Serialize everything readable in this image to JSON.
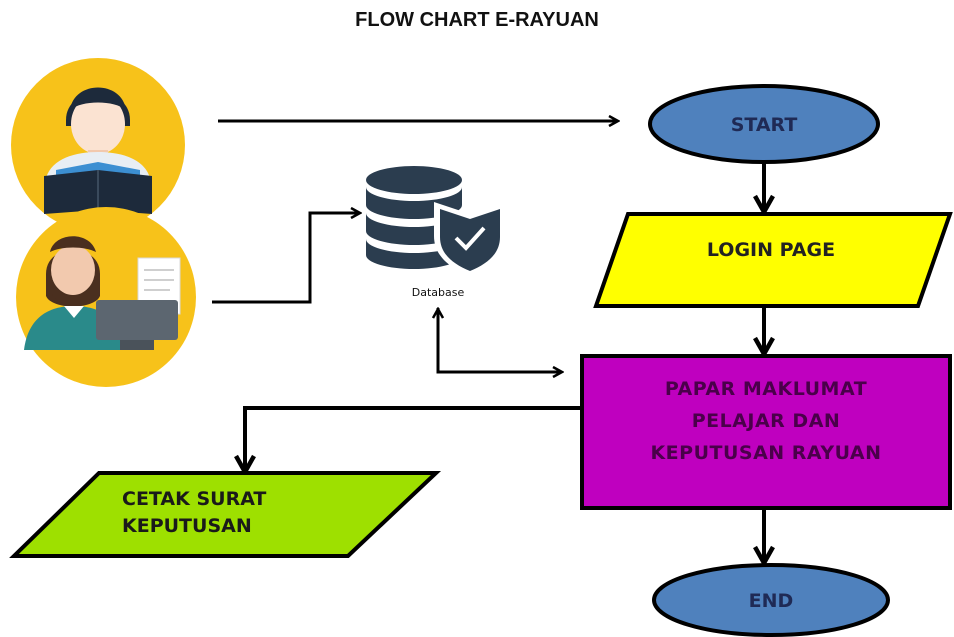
{
  "title": "FLOW CHART E-RAYUAN",
  "colors": {
    "terminal_fill": "#4f81bd",
    "terminal_text": "#1f2a55",
    "login_fill": "#ffff00",
    "login_text": "#222222",
    "process_fill": "#bf00bf",
    "process_text": "#4a004a",
    "output_fill": "#9ee000",
    "output_text": "#1a1a1a",
    "avatar_bg": "#f7c21a",
    "database_icon": "#2b3d4f"
  },
  "nodes": {
    "start": {
      "label": "START"
    },
    "login": {
      "label": "LOGIN PAGE"
    },
    "process": {
      "lines": [
        "PAPAR MAKLUMAT",
        "PELAJAR DAN",
        "KEPUTUSAN RAYUAN"
      ]
    },
    "output": {
      "lines": [
        "CETAK SURAT",
        "KEPUTUSAN"
      ]
    },
    "end": {
      "label": "END"
    }
  },
  "database": {
    "label": "Database",
    "icon": "database-shield-icon"
  },
  "actors": {
    "student": {
      "icon": "student-reading-icon"
    },
    "admin": {
      "icon": "admin-at-computer-icon"
    }
  }
}
